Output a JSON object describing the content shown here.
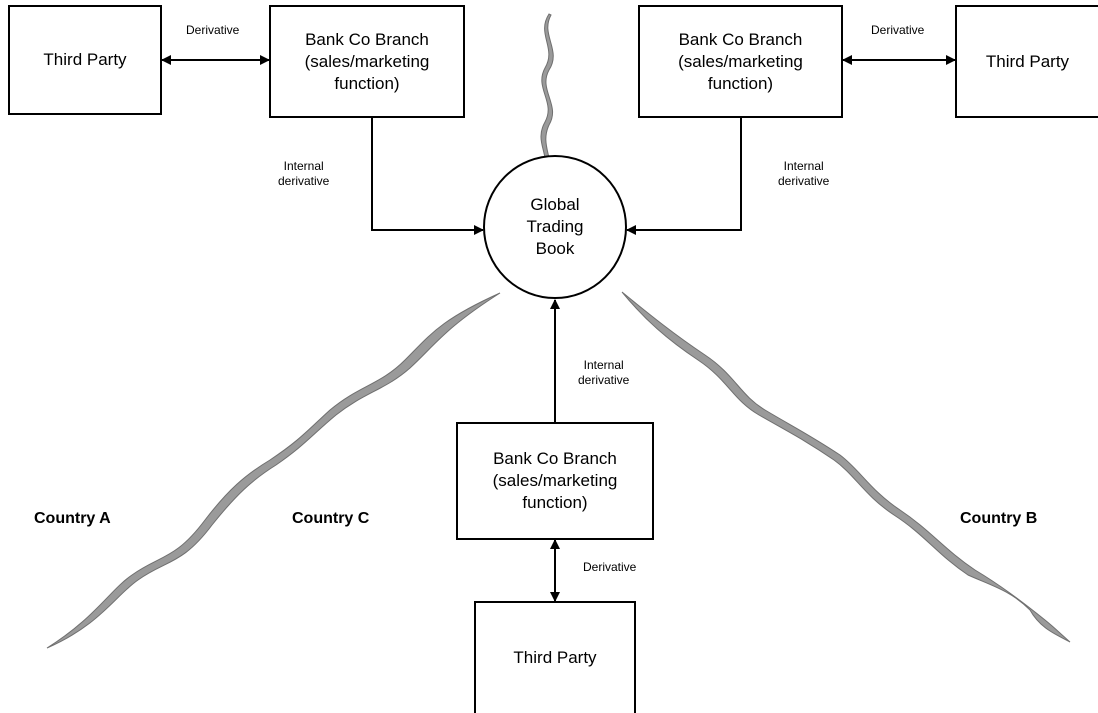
{
  "nodes": {
    "third_party_left": "Third Party",
    "third_party_right": "Third Party",
    "third_party_bottom": "Third Party",
    "branch_left": "Bank Co Branch\n(sales/marketing\nfunction)",
    "branch_right": "Bank Co Branch\n(sales/marketing\nfunction)",
    "branch_bottom": "Bank Co Branch\n(sales/marketing\nfunction)",
    "global_book": "Global\nTrading\nBook"
  },
  "edges": {
    "derivative_left": "Derivative",
    "derivative_right": "Derivative",
    "derivative_bottom": "Derivative",
    "internal_left": "Internal\nderivative",
    "internal_right": "Internal\nderivative",
    "internal_bottom": "Internal\nderivative"
  },
  "regions": {
    "country_a": "Country A",
    "country_b": "Country B",
    "country_c": "Country C"
  },
  "colors": {
    "line": "#000000",
    "border_fill": "#9a9a9a",
    "border_edge": "#6f6f6f"
  }
}
